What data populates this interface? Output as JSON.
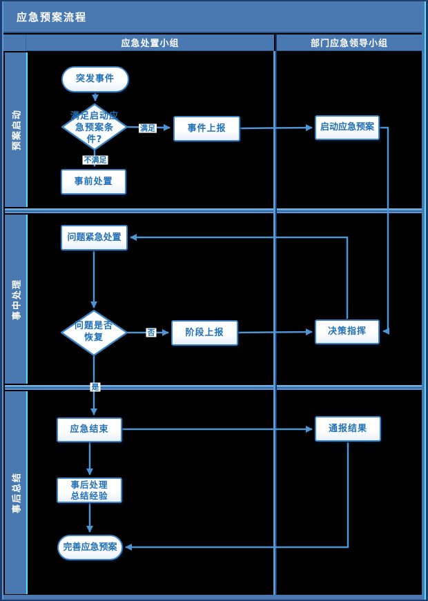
{
  "title": "应急预案流程",
  "columns": [
    {
      "label": "应急处置小组"
    },
    {
      "label": "部门应急领导小组"
    }
  ],
  "lanes": [
    {
      "label": "预案启动"
    },
    {
      "label": "事中处理"
    },
    {
      "label": "事后总结"
    }
  ],
  "nodes": {
    "start": {
      "type": "terminator",
      "label": "突发事件"
    },
    "check_conditions": {
      "type": "decision",
      "label": "满足启动应\n急预案条\n件?"
    },
    "report_event": {
      "type": "process",
      "label": "事件上报"
    },
    "activate_plan": {
      "type": "process",
      "label": "启动应急预案"
    },
    "pre_handling": {
      "type": "process",
      "label": "事前处置"
    },
    "urgent_handling": {
      "type": "process",
      "label": "问题紧急处置"
    },
    "check_recovered": {
      "type": "decision",
      "label": "问题是否\n恢复"
    },
    "stage_report": {
      "type": "process",
      "label": "阶段上报"
    },
    "decision_command": {
      "type": "process",
      "label": "决策指挥"
    },
    "emergency_end": {
      "type": "process",
      "label": "应急结束"
    },
    "post_handling": {
      "type": "process",
      "label": "事后处理\n总结经验"
    },
    "notify_results": {
      "type": "process",
      "label": "通报结果"
    },
    "end": {
      "type": "terminator",
      "label": "完善应急预案"
    }
  },
  "edge_labels": {
    "satisfied": "满足",
    "not_satisfied": "不满足",
    "no": "否",
    "yes": "是"
  },
  "colors": {
    "band_blue": "#4a79b2",
    "divider_navy": "#1e3c6e",
    "connector_blue": "#4f94d4",
    "node_border_blue": "#3c83c6",
    "node_text_blue": "#2170b8",
    "cyan_accent": "#55e3f7",
    "background": "#000000"
  }
}
